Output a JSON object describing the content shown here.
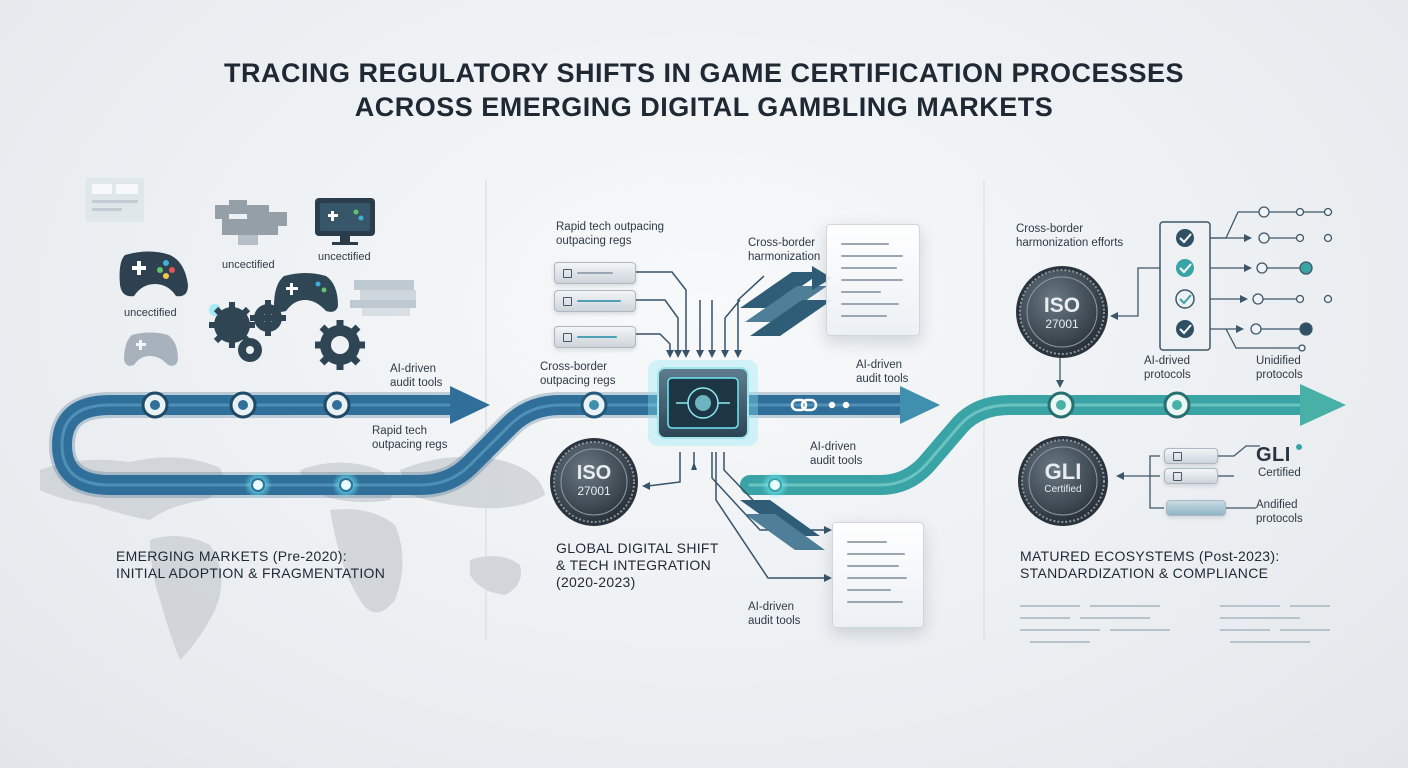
{
  "title": {
    "line1": "TRACING REGULATORY SHIFTS IN GAME CERTIFICATION PROCESSES",
    "line2": "ACROSS EMERGING DIGITAL GAMBLING MARKETS"
  },
  "phases": {
    "p1": {
      "line1": "EMERGING MARKETS (Pre-2020):",
      "line2": "INITIAL ADOPTION & FRAGMENTATION"
    },
    "p2": {
      "line1": "GLOBAL DIGITAL SHIFT",
      "line2": "& TECH INTEGRATION",
      "line3": "(2020-2023)"
    },
    "p3": {
      "line1": "MATURED ECOSYSTEMS (Post-2023):",
      "line2": "STANDARDIZATION & COMPLIANCE"
    }
  },
  "labels": {
    "uncert1": "uncectified",
    "uncert2": "uncectified",
    "uncert3": "uncectified",
    "ai_audit_1": {
      "l1": "AI-driven",
      "l2": "audit tools"
    },
    "rapid_tech_1": {
      "l1": "Rapid tech",
      "l2": "outpacing regs"
    },
    "rapid_tech_2": {
      "l1": "Rapid tech outpacing",
      "l2": "outpacing regs"
    },
    "cross_border_1": {
      "l1": "Cross-border",
      "l2": "outpacing regs"
    },
    "cross_border_2": {
      "l1": "Cross-border",
      "l2": "harmonization"
    },
    "ai_audit_2": {
      "l1": "AI-driven",
      "l2": "audit tools"
    },
    "ai_audit_3": {
      "l1": "AI-driven",
      "l2": "audit tools"
    },
    "ai_audit_4": {
      "l1": "AI-driven",
      "l2": "audit tools"
    },
    "cross_border_3": {
      "l1": "Cross-border",
      "l2": "harmonization efforts"
    },
    "ai_drived": {
      "l1": "AI-drived",
      "l2": "protocols"
    },
    "unidified": {
      "l1": "Unidified",
      "l2": "protocols"
    },
    "gli_certified": "Certified",
    "andified": {
      "l1": "Andified",
      "l2": "protocols"
    }
  },
  "badges": {
    "iso_mid": {
      "l1": "ISO",
      "l2": "27001"
    },
    "iso_right": {
      "l1": "ISO",
      "l2": "27001"
    },
    "gli": {
      "l1": "GLI",
      "l2": "Certified"
    },
    "gli_brand": "GLI"
  },
  "colors": {
    "timeline_start": "#2c6a93",
    "timeline_mid": "#3f8fae",
    "timeline_end": "#48b0a6",
    "node_glow": "#6fe7f5"
  }
}
